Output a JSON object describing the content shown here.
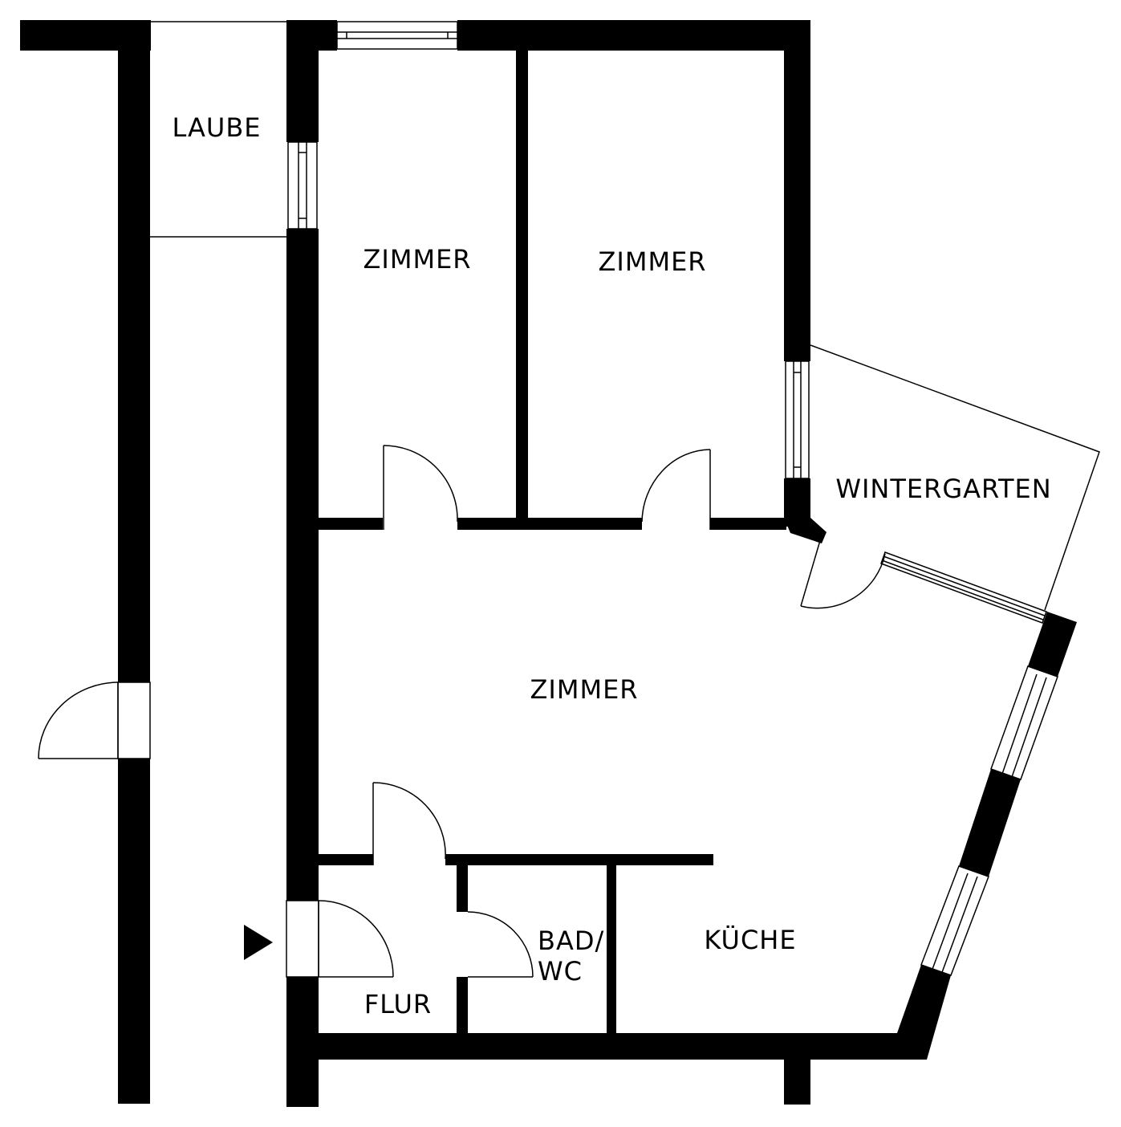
{
  "rooms": {
    "laube": "LAUBE",
    "zimmer_left": "ZIMMER",
    "zimmer_right": "ZIMMER",
    "wintergarten": "WINTERGARTEN",
    "zimmer_main": "ZIMMER",
    "bad_line1": "BAD/",
    "bad_line2": "WC",
    "kueche": "KÜCHE",
    "flur": "FLUR"
  },
  "colors": {
    "wall": "#000000",
    "background": "#ffffff"
  },
  "icons": {
    "entrance": "entrance-arrow-icon"
  }
}
